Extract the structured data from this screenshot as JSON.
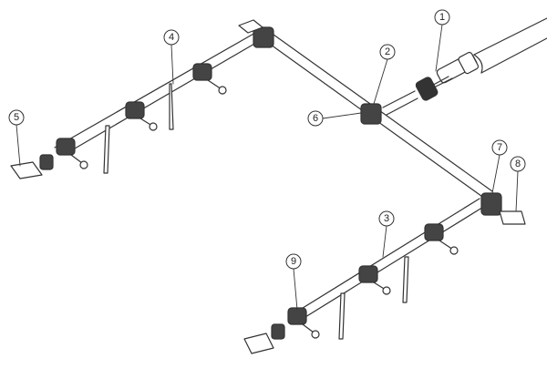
{
  "callouts": [
    {
      "id": "1",
      "label": "1",
      "part": "main-supply-hose"
    },
    {
      "id": "2",
      "label": "2",
      "part": "hose-adapter"
    },
    {
      "id": "3",
      "label": "3",
      "part": "lateral-tube"
    },
    {
      "id": "4",
      "label": "4",
      "part": "ground-stake"
    },
    {
      "id": "5",
      "label": "5",
      "part": "end-plug"
    },
    {
      "id": "6",
      "label": "6",
      "part": "tee-connector"
    },
    {
      "id": "7",
      "label": "7",
      "part": "elbow-connector"
    },
    {
      "id": "8",
      "label": "8",
      "part": "end-plug"
    },
    {
      "id": "9",
      "label": "9",
      "part": "dripper-tee"
    }
  ],
  "colors": {
    "stroke": "#333333",
    "fill": "#ffffff",
    "dark": "#444444"
  }
}
